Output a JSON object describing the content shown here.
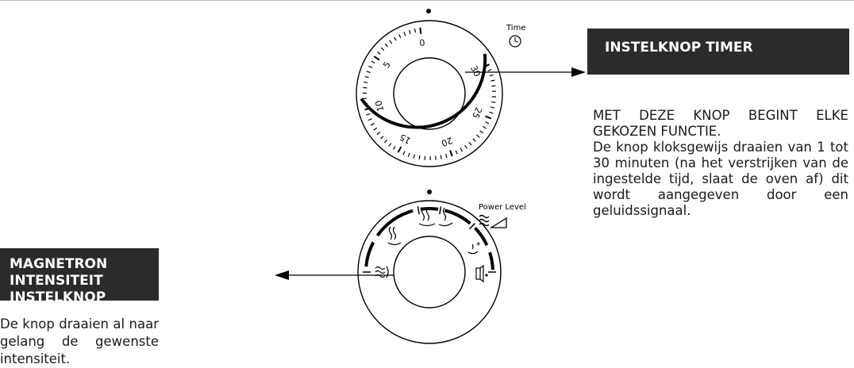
{
  "timer_knob": {
    "caption": "Time",
    "scale_numbers": [
      "0",
      "5",
      "10",
      "15",
      "20",
      "25",
      "30"
    ]
  },
  "power_knob": {
    "caption": "Power Level"
  },
  "timer_label": {
    "title": "INSTELKNOP TIMER",
    "description_line1": "MET DEZE KNOP BEGINT ELKE GEKOZEN FUNCTIE.",
    "description_line2": "De knop kloksgewijs draaien van 1 tot 30 minuten (na het verstrijken van de ingestelde tijd, slaat de oven af) dit wordt aangegeven door een geluidssignaal."
  },
  "power_label": {
    "title": "MAGNETRON INTENSITEIT INSTELKNOP",
    "description": "De knop draaien al naar gelang de gewenste intensiteit."
  },
  "icons": [
    "clock-icon",
    "power-level-icon",
    "defrost-icon",
    "steam-icon",
    "grill-icon",
    "exit-icon"
  ]
}
